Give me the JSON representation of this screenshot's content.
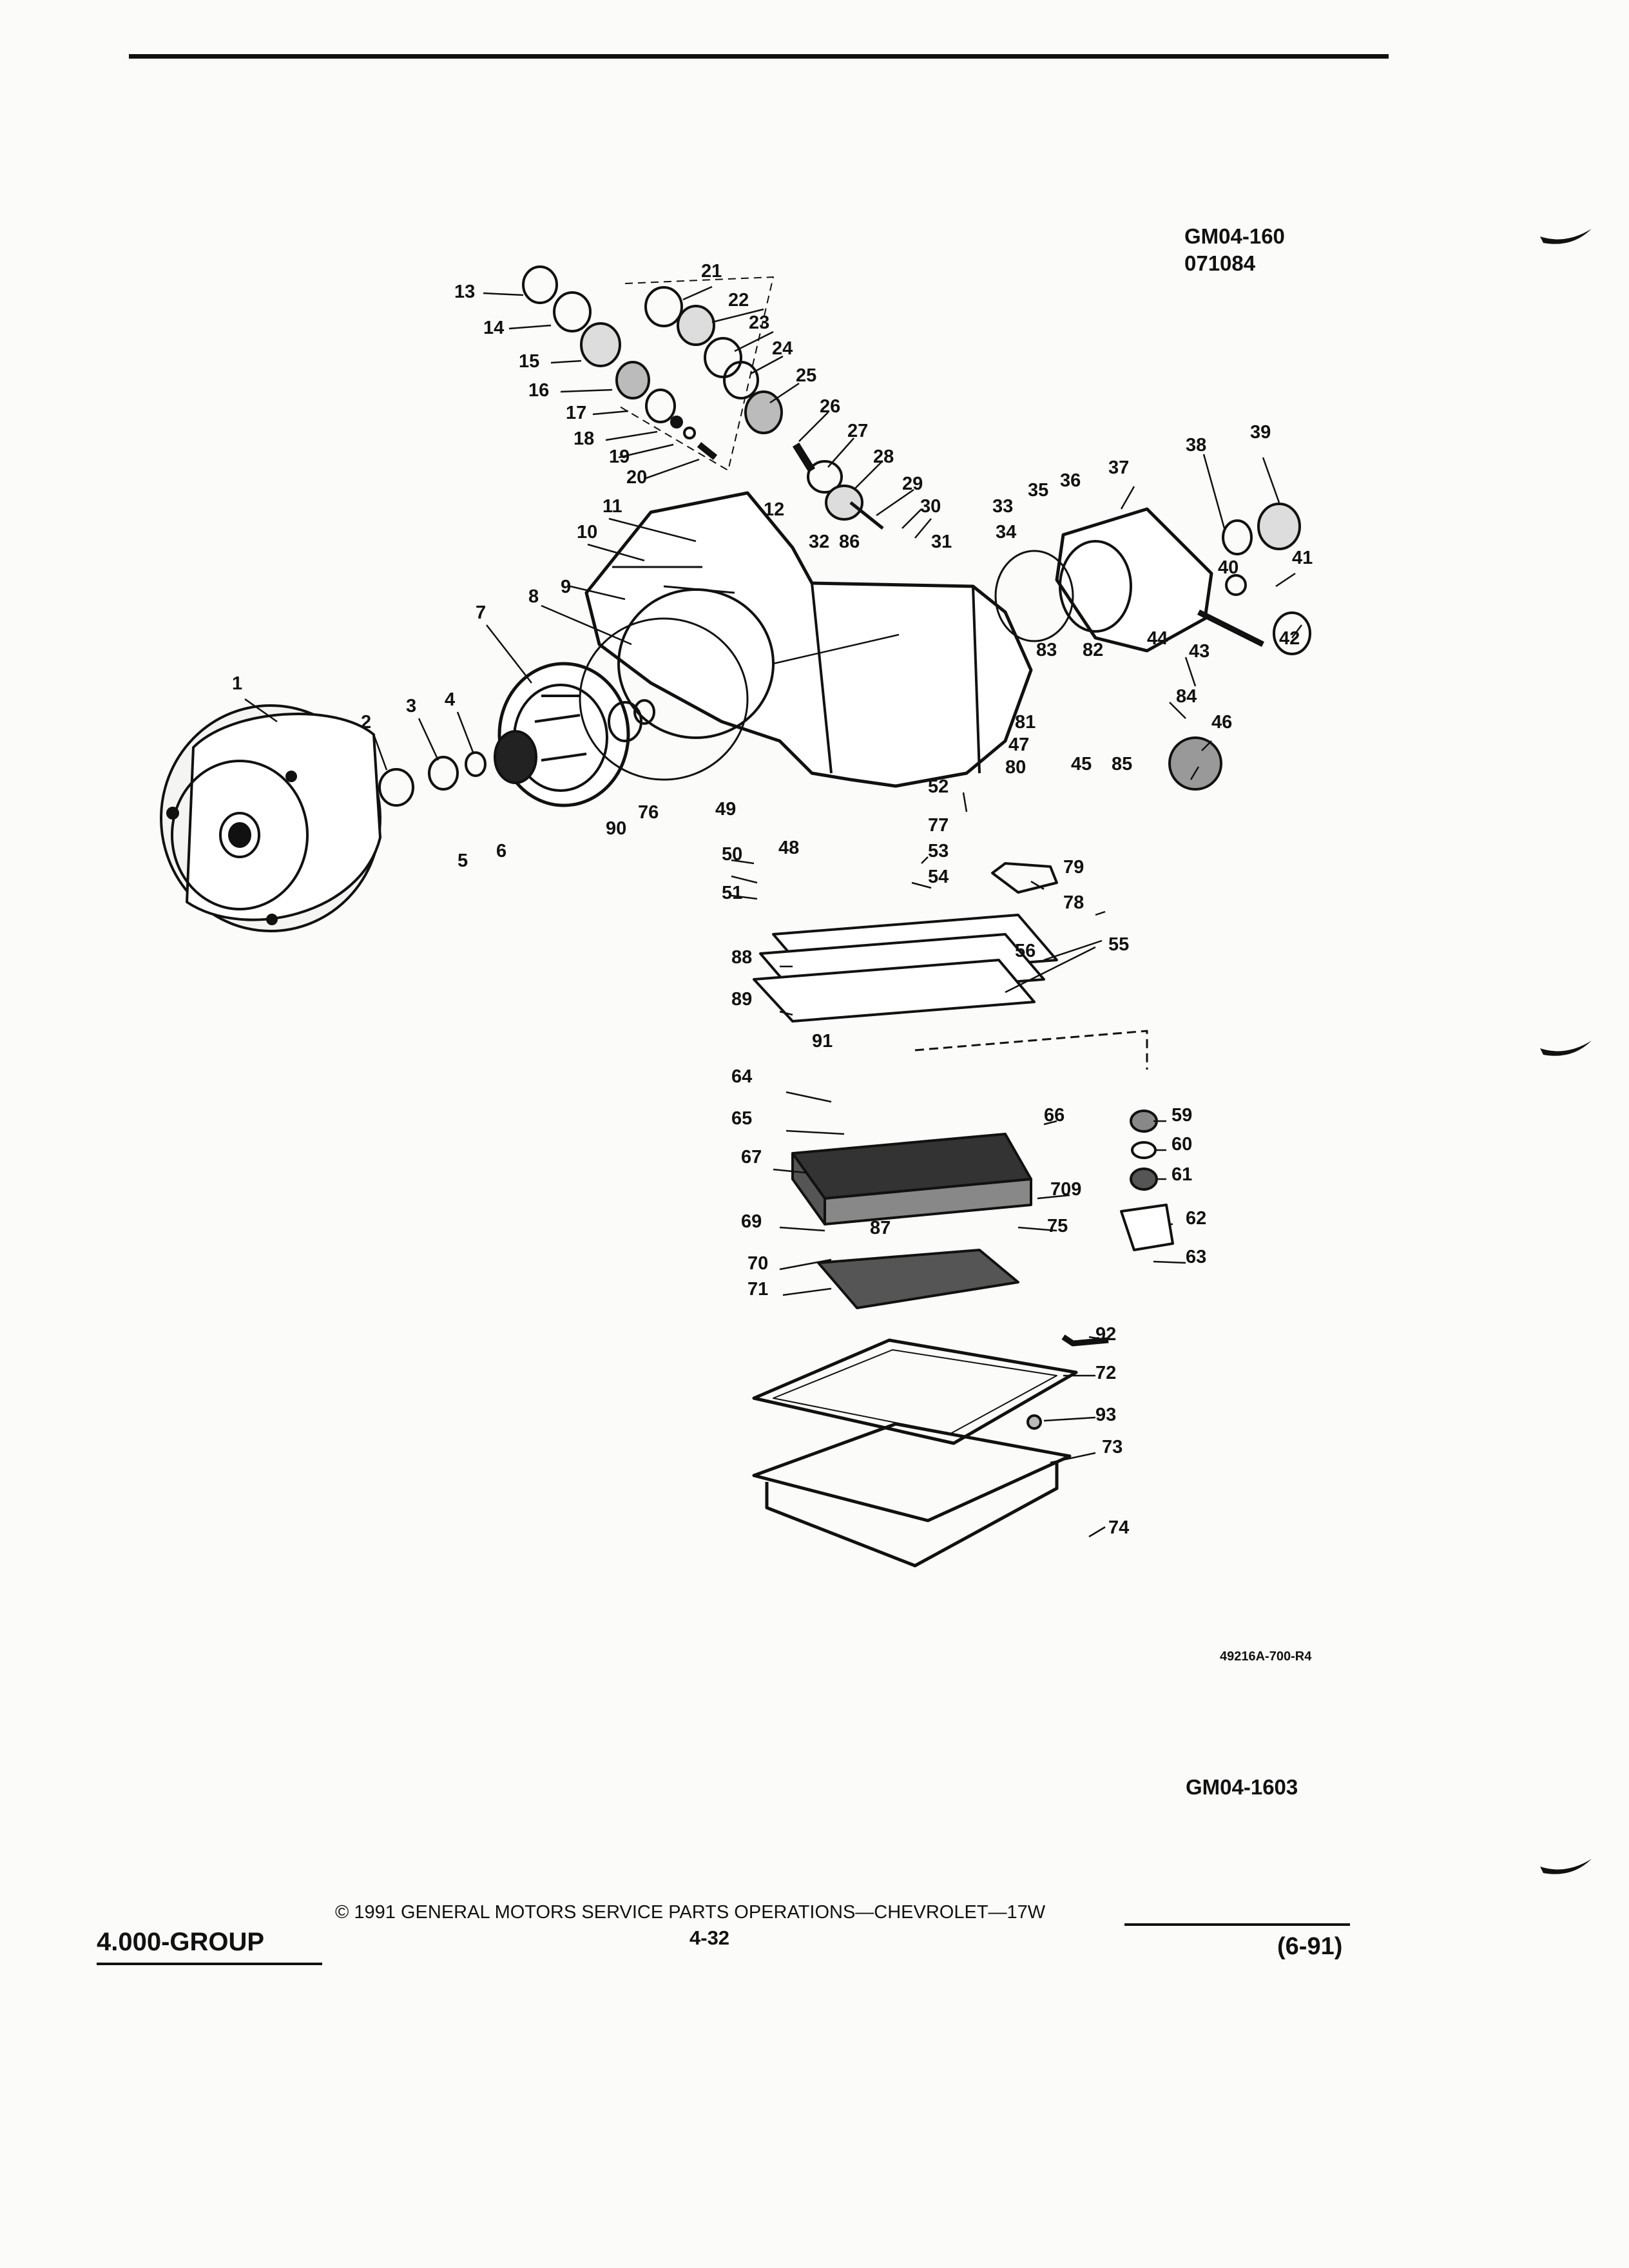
{
  "header": {
    "drawing_id": "GM04-160",
    "drawing_date": "071084"
  },
  "diagram": {
    "reference_code": "49216A-700-R4",
    "secondary_id": "GM04-1603",
    "callouts": [
      "1",
      "2",
      "3",
      "4",
      "5",
      "6",
      "7",
      "8",
      "9",
      "10",
      "11",
      "12",
      "13",
      "14",
      "15",
      "16",
      "17",
      "18",
      "19",
      "20",
      "21",
      "22",
      "23",
      "24",
      "25",
      "26",
      "27",
      "28",
      "29",
      "30",
      "31",
      "32",
      "33",
      "34",
      "35",
      "36",
      "37",
      "38",
      "39",
      "40",
      "41",
      "42",
      "43",
      "44",
      "45",
      "46",
      "47",
      "48",
      "49",
      "50",
      "51",
      "52",
      "53",
      "54",
      "55",
      "56",
      "59",
      "60",
      "61",
      "62",
      "63",
      "64",
      "65",
      "66",
      "67",
      "69",
      "70",
      "71",
      "72",
      "73",
      "74",
      "75",
      "76",
      "77",
      "78",
      "79",
      "80",
      "81",
      "82",
      "83",
      "84",
      "85",
      "86",
      "87",
      "88",
      "89",
      "90",
      "91",
      "92",
      "93",
      "709"
    ]
  },
  "footer": {
    "group": "4.000-GROUP",
    "copyright": "© 1991 GENERAL MOTORS SERVICE PARTS OPERATIONS—CHEVROLET—17W",
    "page_number": "4-32",
    "revision": "(6-91)"
  }
}
